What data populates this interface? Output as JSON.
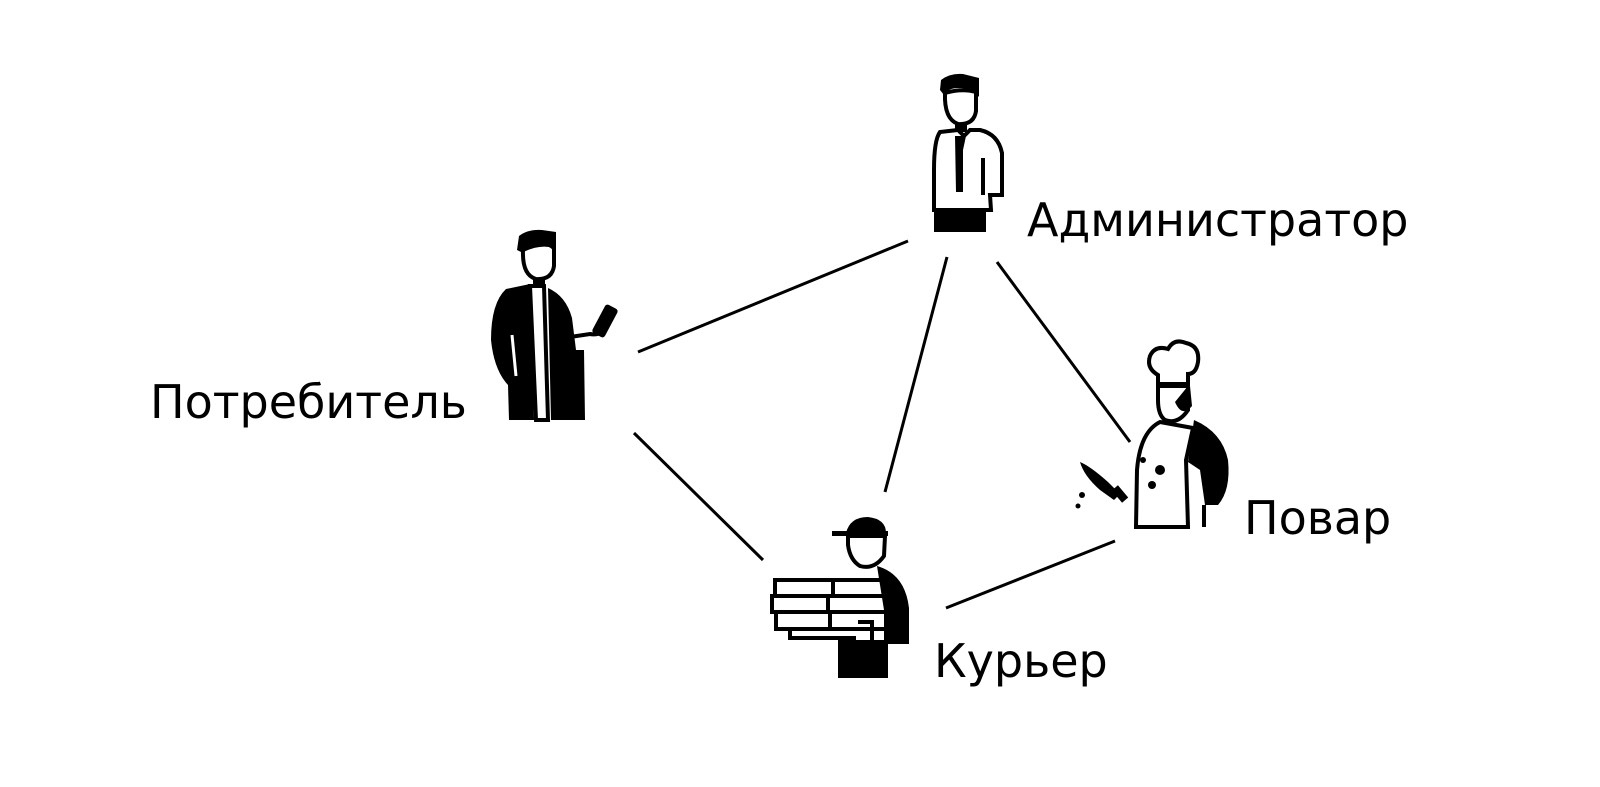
{
  "nodes": [
    {
      "id": "consumer",
      "label": "Потребитель",
      "icon": "person-with-phone-icon"
    },
    {
      "id": "admin",
      "label": "Администратор",
      "icon": "person-with-tie-icon"
    },
    {
      "id": "cook",
      "label": "Повар",
      "icon": "chef-with-knife-icon"
    },
    {
      "id": "courier",
      "label": "Курьер",
      "icon": "courier-with-boxes-icon"
    }
  ],
  "edges": [
    {
      "from": "consumer",
      "to": "admin"
    },
    {
      "from": "consumer",
      "to": "courier"
    },
    {
      "from": "admin",
      "to": "courier"
    },
    {
      "from": "admin",
      "to": "cook"
    },
    {
      "from": "courier",
      "to": "cook"
    }
  ],
  "colors": {
    "ink": "#000000",
    "background": "#ffffff"
  }
}
